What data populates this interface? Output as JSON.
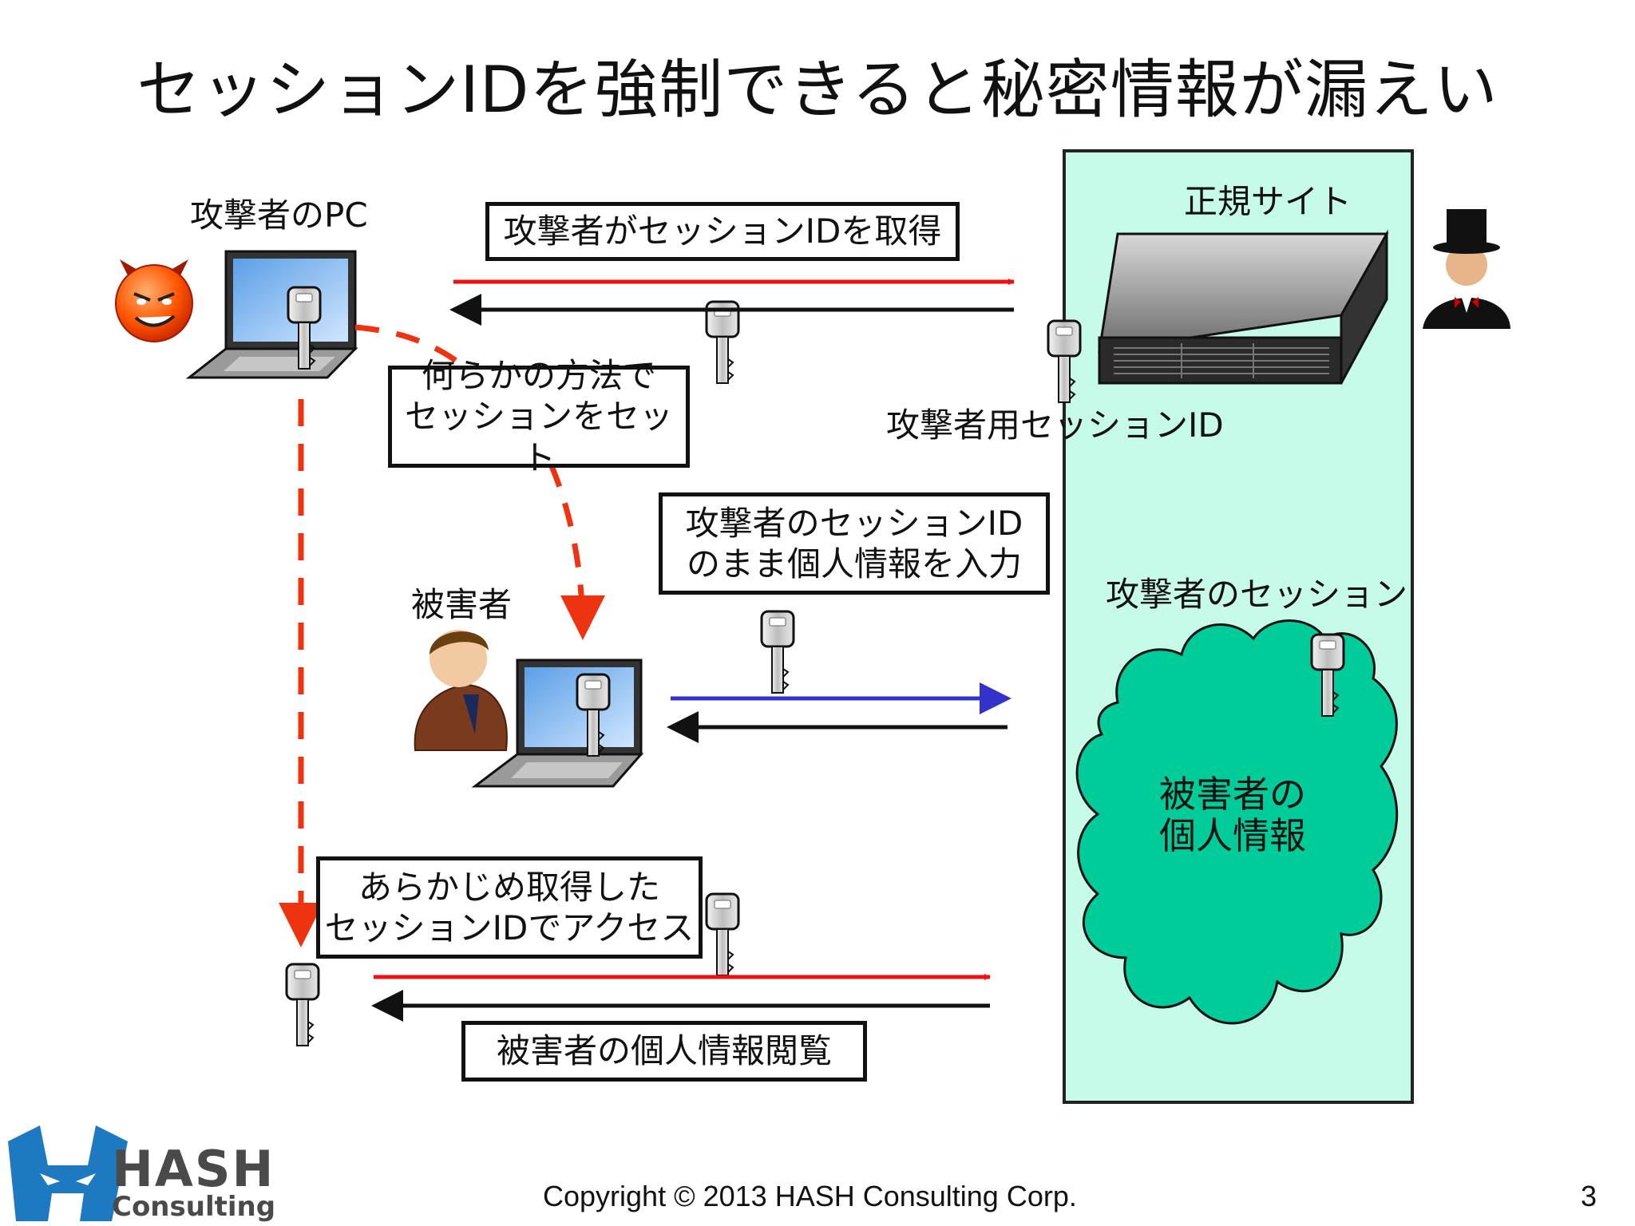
{
  "slide": {
    "title": "セッションIDを強制できると秘密情報が漏えい",
    "page_number": "3",
    "copyright": "Copyright © 2013 HASH Consulting Corp."
  },
  "logo": {
    "line1": "HASH",
    "line2": "Consulting"
  },
  "labels": {
    "attacker_pc": "攻撃者のPC",
    "legit_site": "正規サイト",
    "attacker_session_id": "攻撃者用セッションID",
    "victim": "被害者",
    "attacker_session": "攻撃者のセッション",
    "victim_info_line1": "被害者の",
    "victim_info_line2": "個人情報"
  },
  "boxes": {
    "get_session": "攻撃者がセッションIDを取得",
    "set_session_line1": "何らかの方法で",
    "set_session_line2": "セッションをセット",
    "input_line1": "攻撃者のセッションID",
    "input_line2": "のまま個人情報を入力",
    "access_line1": "あらかじめ取得した",
    "access_line2": "セッションIDでアクセス",
    "view": "被害者の個人情報閲覧"
  },
  "colors": {
    "site_bg": "#c6fbe9",
    "cloud": "#00cc99",
    "red_arrow": "#ee1111",
    "blue_arrow": "#3333cc",
    "dashed_arrow": "#ee3311"
  }
}
